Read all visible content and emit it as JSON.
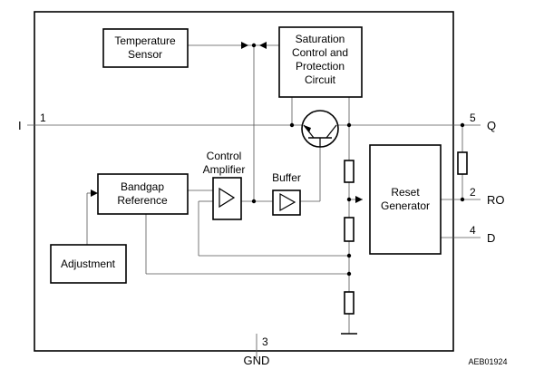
{
  "blocks": {
    "temperature_sensor": [
      "Temperature",
      "Sensor"
    ],
    "saturation": [
      "Saturation",
      "Control and",
      "Protection",
      "Circuit"
    ],
    "bandgap": [
      "Bandgap",
      "Reference"
    ],
    "control_amplifier": [
      "Control",
      "Amplifier"
    ],
    "buffer": "Buffer",
    "reset_generator": [
      "Reset",
      "Generator"
    ],
    "adjustment": "Adjustment"
  },
  "pins": {
    "input": {
      "name": "I",
      "number": "1"
    },
    "output": {
      "name": "Q",
      "number": "5"
    },
    "reset": {
      "name": "RO",
      "number": "2"
    },
    "delay": {
      "name": "D",
      "number": "4"
    },
    "ground": {
      "name": "GND",
      "number": "3"
    }
  },
  "figure_code": "AEB01924"
}
